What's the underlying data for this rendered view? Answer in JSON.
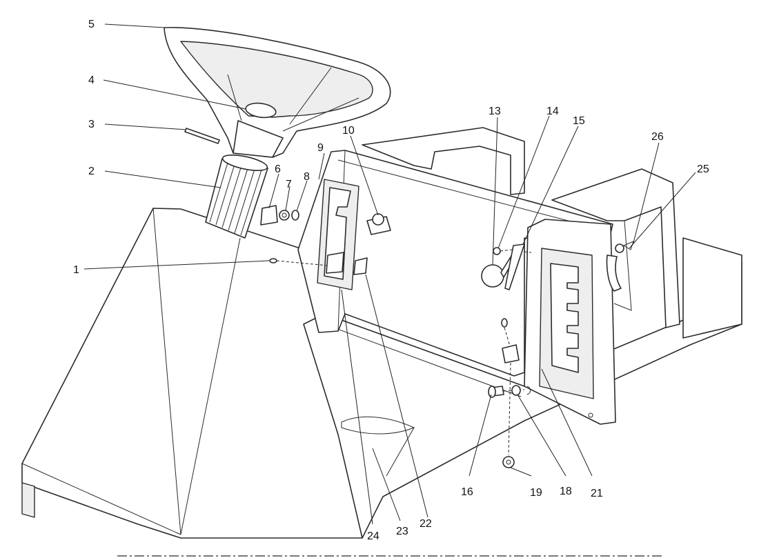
{
  "callouts": [
    {
      "id": "1",
      "label": "1"
    },
    {
      "id": "2",
      "label": "2"
    },
    {
      "id": "3",
      "label": "3"
    },
    {
      "id": "4",
      "label": "4"
    },
    {
      "id": "5",
      "label": "5"
    },
    {
      "id": "6",
      "label": "6"
    },
    {
      "id": "7",
      "label": "7"
    },
    {
      "id": "8",
      "label": "8"
    },
    {
      "id": "9",
      "label": "9"
    },
    {
      "id": "10",
      "label": "10"
    },
    {
      "id": "13",
      "label": "13"
    },
    {
      "id": "14",
      "label": "14"
    },
    {
      "id": "15",
      "label": "15"
    },
    {
      "id": "16",
      "label": "16"
    },
    {
      "id": "18",
      "label": "18"
    },
    {
      "id": "19",
      "label": "19"
    },
    {
      "id": "21",
      "label": "21"
    },
    {
      "id": "22",
      "label": "22"
    },
    {
      "id": "23",
      "label": "23"
    },
    {
      "id": "24",
      "label": "24"
    },
    {
      "id": "25",
      "label": "25"
    },
    {
      "id": "26",
      "label": "26"
    }
  ]
}
